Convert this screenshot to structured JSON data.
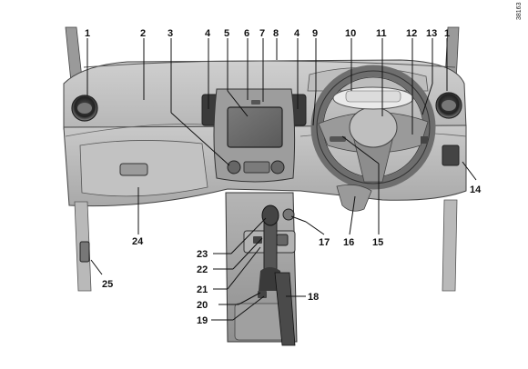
{
  "figure_ref": "38163",
  "callouts": [
    "1",
    "2",
    "3",
    "4",
    "5",
    "6",
    "7",
    "8",
    "4",
    "9",
    "10",
    "11",
    "12",
    "13",
    "1",
    "14",
    "15",
    "16",
    "17",
    "18",
    "19",
    "20",
    "21",
    "22",
    "23",
    "24",
    "25"
  ]
}
